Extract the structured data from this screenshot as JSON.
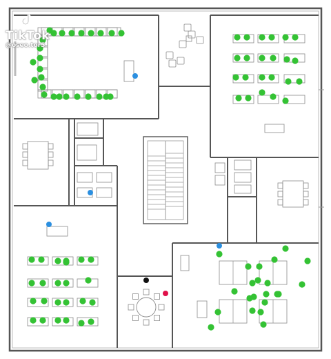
{
  "watermark": {
    "app": "TikTok",
    "handle": "@oseo.tor5"
  },
  "legend_colors": {
    "occupied_seat": "#34c234",
    "staff_blue": "#2b8fe0",
    "staff_black": "#111111",
    "staff_red": "#e0104a",
    "wall": "#555555",
    "furniture": "#8a8a8a"
  },
  "rooms": [
    {
      "id": "classroom-a",
      "layout": "u-shaped seating",
      "occupied": 26,
      "markers": [
        "blue"
      ]
    },
    {
      "id": "lounge-north",
      "layout": "lounge chairs",
      "occupied": 0
    },
    {
      "id": "classroom-b",
      "layout": "desk pairs",
      "occupied": 23
    },
    {
      "id": "meeting-west",
      "layout": "table with chairs",
      "occupied": 0
    },
    {
      "id": "restroom-west",
      "layout": "toilets",
      "occupied": 0,
      "markers": [
        "blue"
      ]
    },
    {
      "id": "stairwell",
      "layout": "stairs",
      "occupied": 0
    },
    {
      "id": "restroom-east",
      "layout": "toilets",
      "occupied": 0
    },
    {
      "id": "meeting-east",
      "layout": "table with chairs",
      "occupied": 0
    },
    {
      "id": "classroom-c",
      "layout": "desk pairs",
      "occupied": 24,
      "markers": [
        "blue"
      ]
    },
    {
      "id": "round-table-room",
      "layout": "round table",
      "occupied": 0,
      "markers": [
        "black",
        "red"
      ]
    },
    {
      "id": "classroom-d",
      "layout": "table clusters",
      "occupied": 22,
      "markers": [
        "blue"
      ]
    }
  ]
}
